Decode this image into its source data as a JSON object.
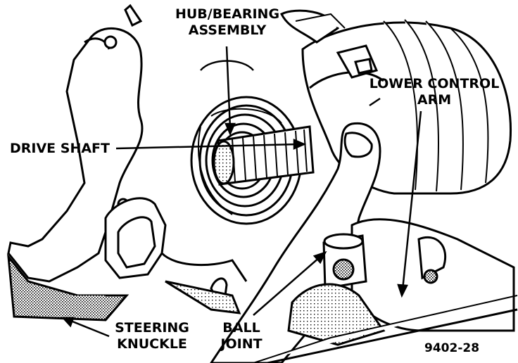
{
  "labels": {
    "hub_bearing": [
      "HUB/BEARING",
      "ASSEMBLY"
    ],
    "drive_shaft": "DRIVE SHAFT",
    "lower_control_arm": [
      "LOWER CONTROL",
      "ARM"
    ],
    "steering_knuckle": [
      "STEERING",
      "KNUCKLE"
    ],
    "ball_joint": [
      "BALL",
      "JOINT"
    ],
    "figure_id": "9402-28"
  },
  "colors": {
    "ink": "#000000",
    "paper": "#ffffff",
    "shade": "#7a7a7a"
  }
}
